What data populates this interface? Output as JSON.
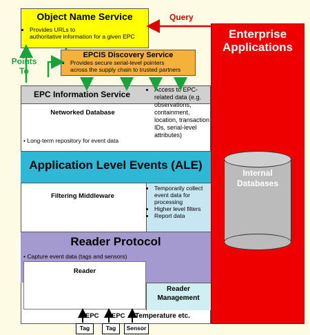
{
  "enterprise": {
    "title_line1": "Enterprise",
    "title_line2": "Applications",
    "color": "#ee0000"
  },
  "internal_db": {
    "line1": "Internal",
    "line2": "Databases"
  },
  "ons": {
    "title": "Object Name Service",
    "bullet_line1": "Provides URLs to",
    "bullet_line2": "authoritative information for a given EPC",
    "color": "#ffff00"
  },
  "discovery": {
    "title": "EPCIS Discovery Service",
    "bullet_line1": "Provides secure serial-level pointers",
    "bullet_line2": "across the supply chain to trusted partners",
    "color": "#f5b23a"
  },
  "labels": {
    "query": "Query",
    "points_line1": "Points",
    "points_line2": "To"
  },
  "epcis": {
    "title": "EPC Information Service",
    "bullets": [
      "Access to EPC-related data (e.g. observations, containment, location, transaction IDs, serial-level attributes)"
    ],
    "db_label": "Networked Database",
    "db_bullet": "Long-term repository for event data"
  },
  "ale": {
    "title": "Application Level Events (ALE)",
    "middleware_label": "Filtering Middleware",
    "bullets": [
      "Temporarily collect event data for processing",
      "Higher level filters",
      "Report data"
    ],
    "color": "#2fb7d6"
  },
  "reader_protocol": {
    "title": "Reader Protocol",
    "bullet": "Capture event data (tags and sensors)",
    "reader_label": "Reader",
    "management_line1": "Reader",
    "management_line2": "Management",
    "color": "#a59ad0"
  },
  "bottom": {
    "epc1": "EPC",
    "epc2": "EPC",
    "other": "Temperature etc.",
    "tag1": "Tag",
    "tag2": "Tag",
    "sensor": "Sensor"
  }
}
